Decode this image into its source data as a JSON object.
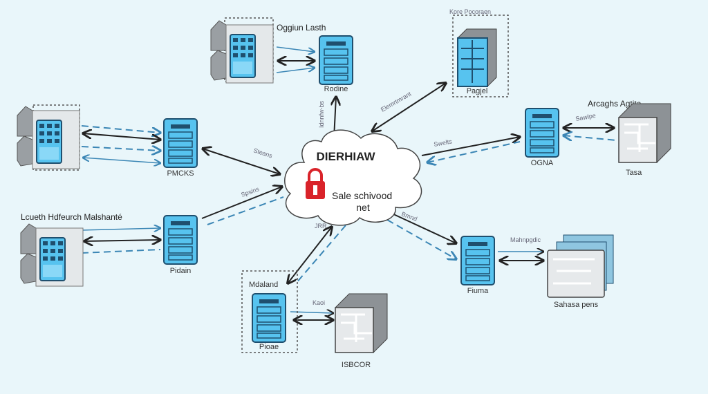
{
  "cloud": {
    "title": "DIERHIAW",
    "subtitle_line1": "Sale schivood",
    "subtitle_line2": "net",
    "icon": "lock-icon",
    "lock_color": "#d9232a"
  },
  "colors": {
    "server_fill": "#57c3ef",
    "server_border": "#1f4f6e",
    "background": "#e9f6fa"
  },
  "nodes": {
    "top_client_label": "Oggiun Lasth",
    "top_server_label": "Rodine",
    "top_right_header": "Kore Pocoraen",
    "top_right_label": "Pagjel",
    "left_upper_server_label": "PMCKS",
    "left_lower_header": "Lcueth Hdfeurch Malshanté",
    "left_lower_server_label": "Pidain",
    "right_upper_header": "Arcaghs Agtita",
    "right_upper_server_label": "OGNA",
    "right_upper_store_label": "Tasa",
    "right_lower_server_label": "Fiuma",
    "right_lower_store_label": "Sahasa pens",
    "bottom_header": "Mdaland",
    "bottom_server_label": "Pioae",
    "bottom_store_label": "ISBCOR"
  },
  "edges": {
    "cloud_top": "Idnnfw-bs",
    "cloud_top_right": "Elemrtmrant",
    "cloud_left_upper": "Steans",
    "cloud_left_lower": "Spsins",
    "cloud_right_upper": "Swelts",
    "right_upper_store": "Sawlpe",
    "cloud_right_lower": "Bmnd",
    "right_lower_store": "Mahnpgdic",
    "cloud_bottom": "JRR",
    "bottom_store": "Kaoi"
  }
}
